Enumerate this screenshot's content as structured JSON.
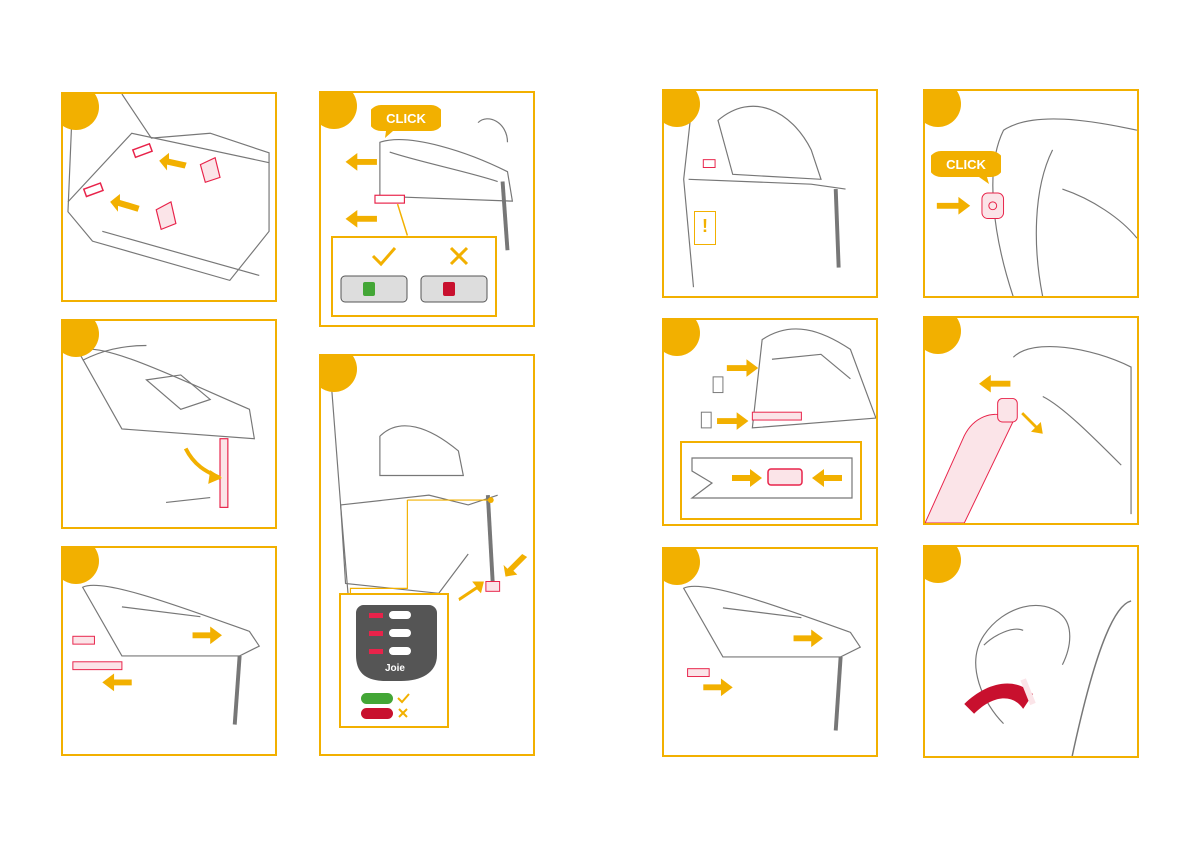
{
  "document": {
    "click_label_1": "CLICK",
    "click_label_2": "CLICK",
    "brand_logo": "Joie",
    "warning_mark": "!",
    "accent_color": "#f2b000",
    "highlight_color": "#e8234a",
    "ok_color": "#43a636",
    "error_color": "#c8102e"
  }
}
